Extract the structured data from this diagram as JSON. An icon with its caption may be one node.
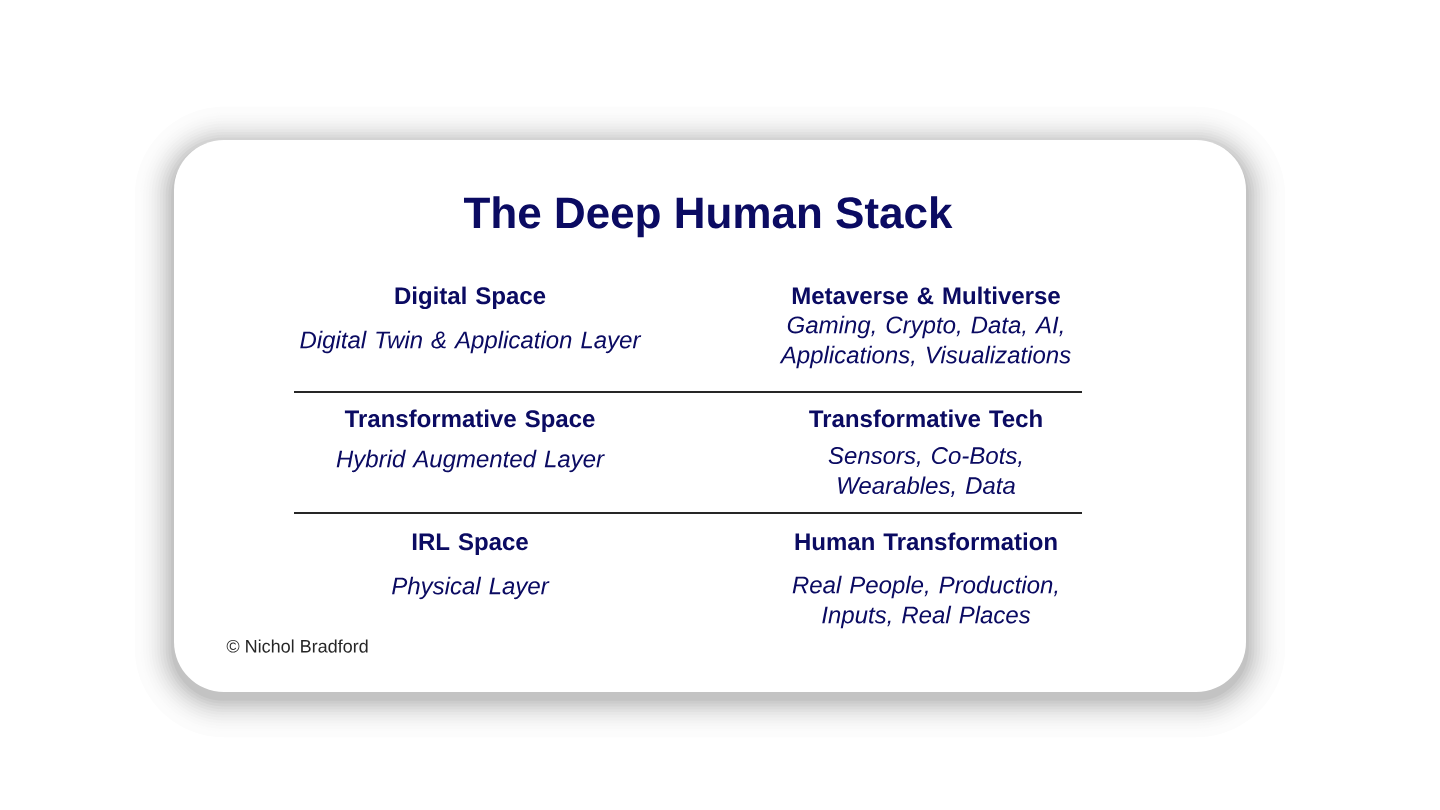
{
  "diagram": {
    "title": "The Deep Human Stack",
    "labels": [
      "Digital Space",
      "Digital Twin & Application Layer",
      "Metaverse & Multiverse",
      "Gaming, Crypto, Data, AI, Applications, Visualizations",
      "Transformative Space",
      "Hybrid Augmented Layer",
      "Transformative Tech",
      "Sensors, Co-Bots, Wearables, Data",
      "IRL Space",
      "Physical Layer",
      "Human Transformation",
      "Real People, Production, Inputs, Real Places",
      "© Nichol Bradford"
    ]
  }
}
